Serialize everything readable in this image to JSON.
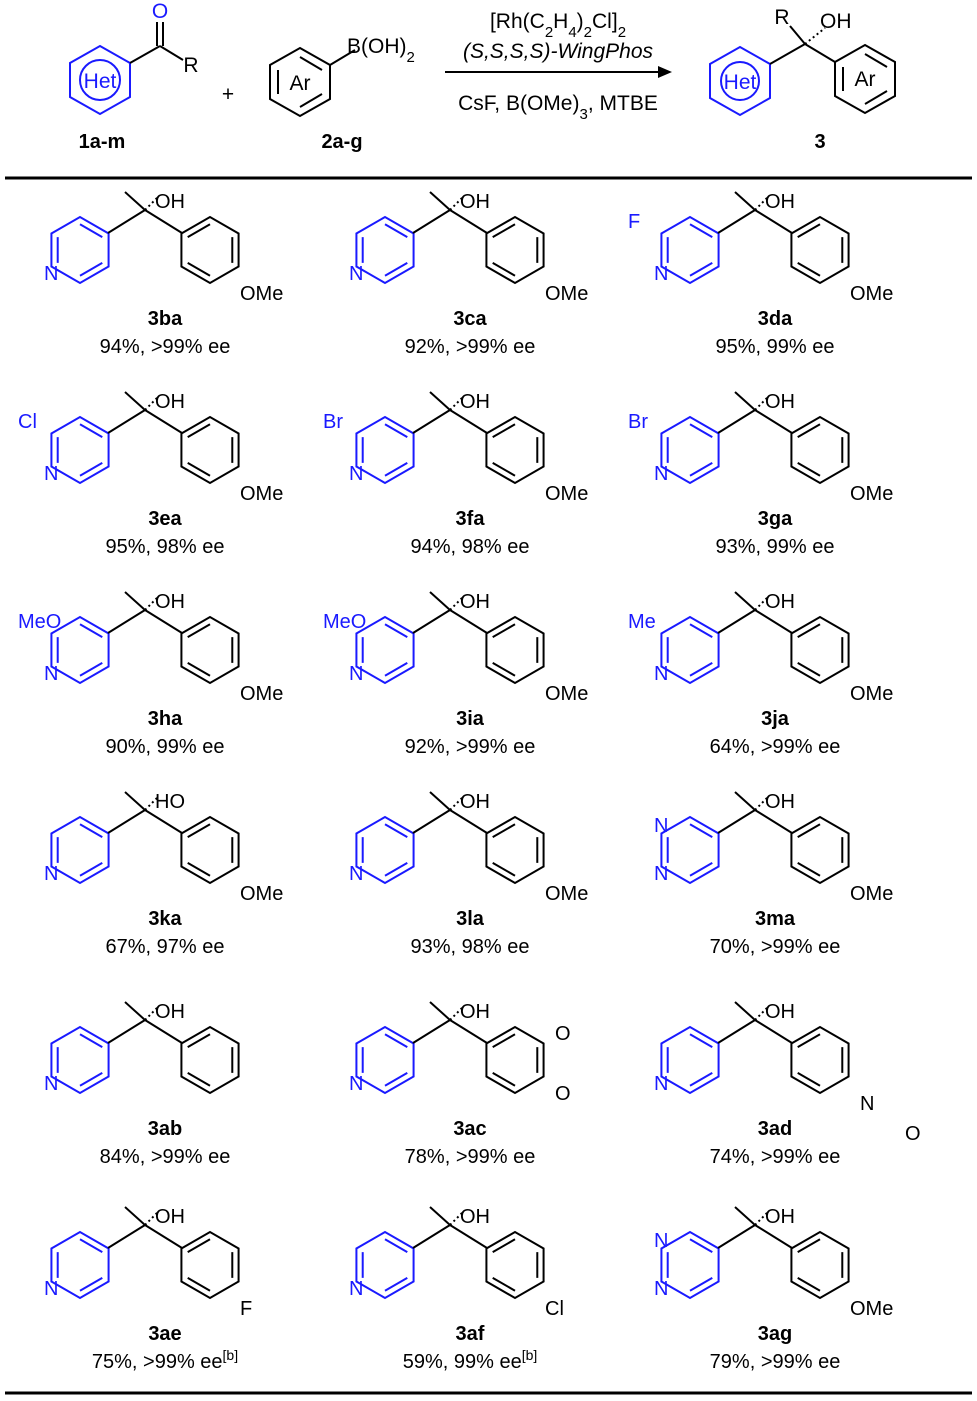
{
  "scheme": {
    "reactant1": {
      "ring": "Het",
      "sub": "R",
      "oxygen": "O",
      "code": "1a-m"
    },
    "plus": "+",
    "reactant2": {
      "ring": "Ar",
      "group": "B(OH)2",
      "code": "2a-g"
    },
    "reagents": {
      "catalyst": "[Rh(C2H4)2Cl]2",
      "ligand": "(S,S,S,S)-WingPhos",
      "conditions": "CsF, B(OMe)3, MTBE"
    },
    "product": {
      "ring1": "Het",
      "ring2": "Ar",
      "sub": "R",
      "oh": "OH",
      "code": "3"
    }
  },
  "colors": {
    "hetero": "#1a1aff",
    "bond": "#000000"
  },
  "items": [
    {
      "code": "3ba",
      "yield": "94%, >99% ee",
      "mol": {
        "N": "N",
        "OH": "OH",
        "ar": "OMe"
      }
    },
    {
      "code": "3ca",
      "yield": "92%, >99% ee",
      "mol": {
        "N": "N",
        "OH": "OH",
        "ar": "OMe"
      }
    },
    {
      "code": "3da",
      "yield": "95%, 99% ee",
      "mol": {
        "N": "N",
        "OH": "OH",
        "ar": "OMe",
        "het": "F"
      }
    },
    {
      "code": "3ea",
      "yield": "95%, 98% ee",
      "mol": {
        "N": "N",
        "OH": "OH",
        "ar": "OMe",
        "het": "Cl"
      }
    },
    {
      "code": "3fa",
      "yield": "94%, 98% ee",
      "mol": {
        "N": "N",
        "OH": "OH",
        "ar": "OMe",
        "het": "Br"
      }
    },
    {
      "code": "3ga",
      "yield": "93%, 99% ee",
      "mol": {
        "N": "N",
        "OH": "OH",
        "ar": "OMe",
        "het": "Br"
      }
    },
    {
      "code": "3ha",
      "yield": "90%, 99% ee",
      "mol": {
        "N": "N",
        "OH": "OH",
        "ar": "OMe",
        "het": "MeO"
      }
    },
    {
      "code": "3ia",
      "yield": "92%, >99% ee",
      "mol": {
        "N": "N",
        "OH": "OH",
        "ar": "OMe",
        "het": "MeO"
      }
    },
    {
      "code": "3ja",
      "yield": "64%, >99% ee",
      "mol": {
        "N": "N",
        "OH": "OH",
        "ar": "OMe",
        "het": "Me"
      }
    },
    {
      "code": "3ka",
      "yield": "67%, 97% ee",
      "mol": {
        "N": "N",
        "OH": "HO",
        "ar": "OMe"
      }
    },
    {
      "code": "3la",
      "yield": "93%, 98% ee",
      "mol": {
        "N": "N",
        "OH": "OH",
        "ar": "OMe"
      }
    },
    {
      "code": "3ma",
      "yield": "70%, >99% ee",
      "mol": {
        "N": "N",
        "N2": "N",
        "OH": "OH",
        "ar": "OMe"
      }
    },
    {
      "code": "3ab",
      "yield": "84%, >99% ee",
      "mol": {
        "N": "N",
        "OH": "OH"
      }
    },
    {
      "code": "3ac",
      "yield": "78%, >99% ee",
      "mol": {
        "N": "N",
        "OH": "OH",
        "O1": "O",
        "O2": "O"
      }
    },
    {
      "code": "3ad",
      "yield": "74%, >99% ee",
      "mol": {
        "N": "N",
        "OH": "OH",
        "Nm": "N",
        "Om": "O"
      }
    },
    {
      "code": "3ae",
      "yield": "75%, >99% ee",
      "note": "[b]",
      "mol": {
        "N": "N",
        "OH": "OH",
        "ar": "F"
      }
    },
    {
      "code": "3af",
      "yield": "59%, 99% ee",
      "note": "[b]",
      "mol": {
        "N": "N",
        "OH": "OH",
        "ar": "Cl"
      }
    },
    {
      "code": "3ag",
      "yield": "79%, >99% ee",
      "mol": {
        "N": "N",
        "N2": "N",
        "OH": "OH",
        "ar": "OMe"
      }
    }
  ]
}
